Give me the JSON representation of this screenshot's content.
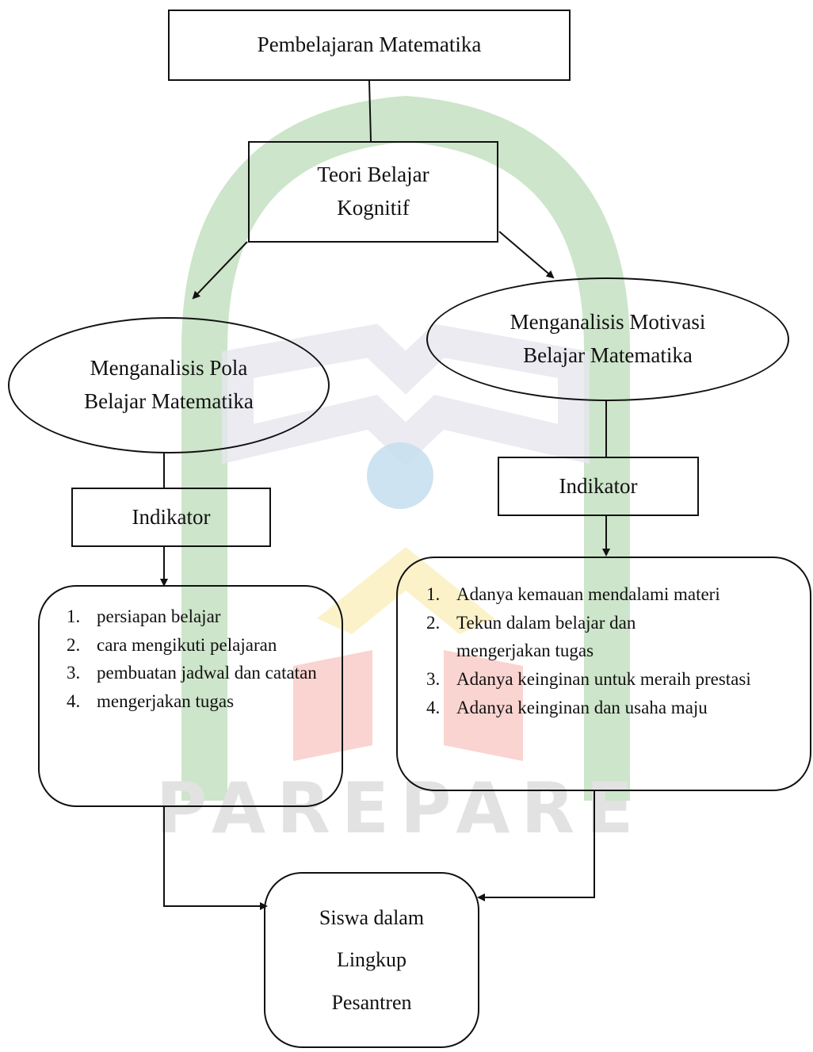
{
  "diagram": {
    "top_box": "Pembelajaran Matematika",
    "theory_box": {
      "line1": "Teori Belajar",
      "line2": "Kognitif"
    },
    "left_ellipse": {
      "line1": "Menganalisis Pola",
      "line2": "Belajar Matematika"
    },
    "right_ellipse": {
      "line1": "Menganalisis Motivasi",
      "line2": "Belajar Matematika"
    },
    "left_indicator": "Indikator",
    "right_indicator": "Indikator",
    "left_list": [
      {
        "num": "1.",
        "text": "persiapan belajar"
      },
      {
        "num": "2.",
        "text": "cara mengikuti pelajaran"
      },
      {
        "num": "3.",
        "text": "pembuatan jadwal dan catatan"
      },
      {
        "num": "4.",
        "text": "mengerjakan tugas"
      }
    ],
    "right_list": [
      {
        "num": "1.",
        "text": "Adanya kemauan mendalami materi"
      },
      {
        "num": "2.",
        "text": "Tekun dalam belajar dan mengerjakan tugas"
      },
      {
        "num": "3.",
        "text": "Adanya keinginan untuk meraih prestasi"
      },
      {
        "num": "4.",
        "text": "Adanya keinginan dan usaha maju"
      }
    ],
    "bottom_box": {
      "line1": "Siswa dalam",
      "line2": "Lingkup",
      "line3": "Pesantren"
    },
    "watermark": "PAREPARE"
  },
  "colors": {
    "stroke": "#111111",
    "watermark_green": "#c8e2c4",
    "watermark_blue": "#c9e0ef",
    "watermark_yellow": "#fbf1c4",
    "watermark_red": "#f7c9c4",
    "watermark_gray": "#e0e0e0"
  }
}
